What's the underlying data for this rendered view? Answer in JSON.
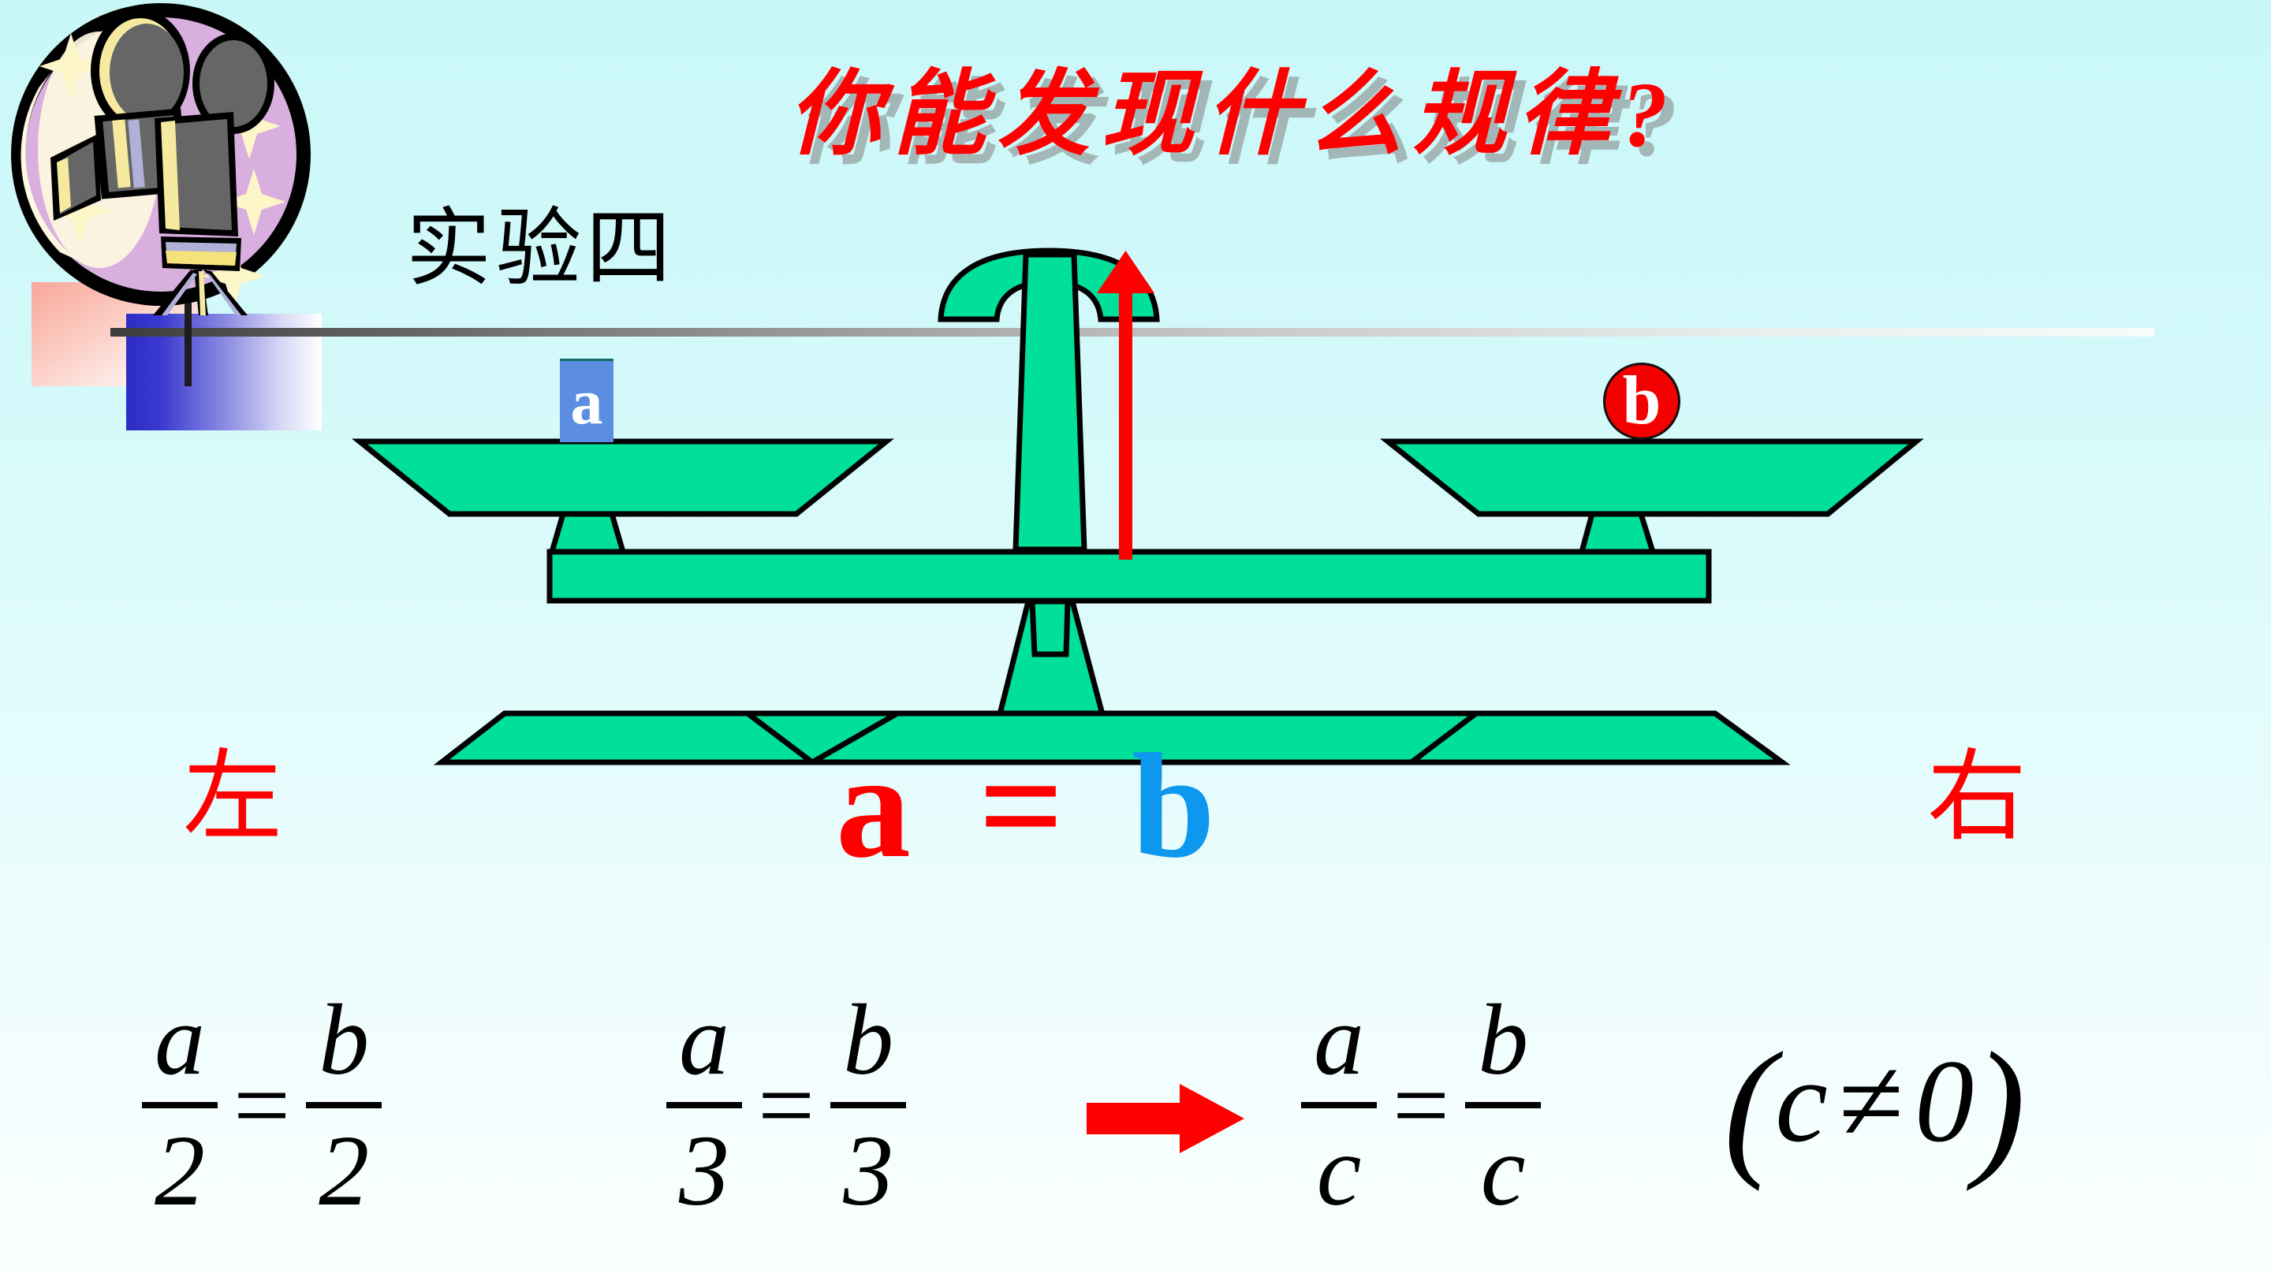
{
  "slide": {
    "title": "你能发现什么规律?",
    "subtitle": "实验四",
    "background_color": "#d4f9fa",
    "accent_red": "#ff0000",
    "accent_blue": "#0d97ee",
    "scale_green": "#00e09b"
  },
  "clipart": {
    "name": "film-camera-badge",
    "ellipse_color": "#d9afdf",
    "camera_color": "#666666",
    "highlight_color": "#f6eaa0",
    "outline_color": "#000000"
  },
  "decor": {
    "red_square_color": "#f8a79a",
    "blue_square_color": "#2d2dc4",
    "divider_color": "#4d4d4d"
  },
  "balance": {
    "left_pan": {
      "weight_label": "a",
      "weight_shape": "rectangle",
      "weight_fill": "#5b8ee0",
      "weight_text_color": "#ffffff"
    },
    "right_pan": {
      "weight_label": "b",
      "weight_shape": "circle",
      "weight_fill": "#f50000",
      "weight_text_color": "#ffffff"
    },
    "pointer_color": "#ff0000",
    "body_color": "#00e09b",
    "outline_color": "#000000",
    "state": "balanced"
  },
  "labels": {
    "left": "左",
    "right": "右"
  },
  "equation": {
    "left_term": "a",
    "operator": "=",
    "right_term": "b",
    "left_color": "#ff0000",
    "operator_color": "#ff0000",
    "right_color": "#0d97ee"
  },
  "formulas": [
    {
      "id": "divide-by-2",
      "left": {
        "numerator": "a",
        "denominator": "2"
      },
      "operator": "=",
      "right": {
        "numerator": "b",
        "denominator": "2"
      }
    },
    {
      "id": "divide-by-3",
      "left": {
        "numerator": "a",
        "denominator": "3"
      },
      "operator": "=",
      "right": {
        "numerator": "b",
        "denominator": "3"
      }
    },
    {
      "id": "divide-by-c",
      "left": {
        "numerator": "a",
        "denominator": "c"
      },
      "operator": "=",
      "right": {
        "numerator": "b",
        "denominator": "c"
      }
    }
  ],
  "arrow": {
    "name": "implies-arrow",
    "direction": "right",
    "color": "#ff0000"
  },
  "condition": {
    "open_paren": "(",
    "variable": "c",
    "relation": "≠",
    "value": "0",
    "close_paren": ")"
  }
}
